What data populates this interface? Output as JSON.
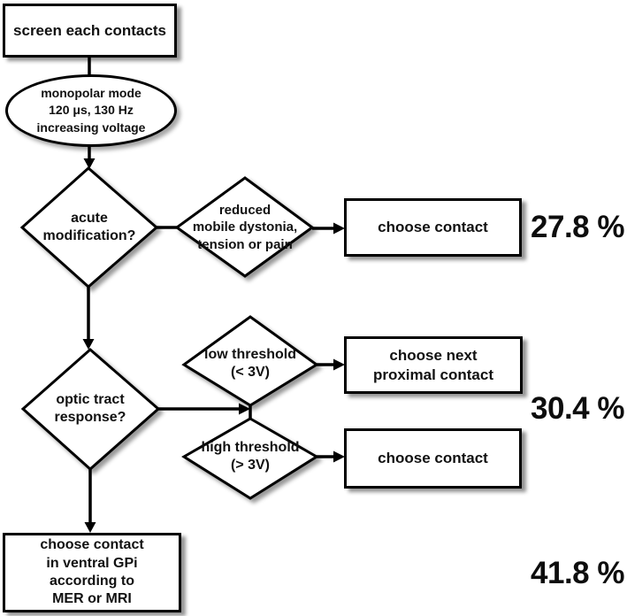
{
  "flowchart": {
    "nodes": {
      "screen": {
        "label": "screen each contacts",
        "shape": "rectangle"
      },
      "mode": {
        "label": "monopolar mode\n120 μs, 130 Hz\nincreasing voltage",
        "shape": "ellipse"
      },
      "acute": {
        "label": "acute\nmodification?",
        "shape": "diamond"
      },
      "reduced": {
        "label": "reduced\nmobile dystonia,\ntension or pain",
        "shape": "diamond"
      },
      "choose_contact_1": {
        "label": "choose contact",
        "shape": "rectangle"
      },
      "optic": {
        "label": "optic tract\nresponse?",
        "shape": "diamond"
      },
      "low_threshold": {
        "label": "low threshold\n(< 3V)",
        "shape": "diamond"
      },
      "choose_next": {
        "label": "choose next\nproximal contact",
        "shape": "rectangle"
      },
      "high_threshold": {
        "label": "high threshold\n(> 3V)",
        "shape": "diamond"
      },
      "choose_contact_2": {
        "label": "choose contact",
        "shape": "rectangle"
      },
      "ventral": {
        "label": "choose contact\nin ventral GPi\naccording to\nMER or MRI",
        "shape": "rectangle"
      }
    },
    "percentages": {
      "acute_row": "27.8 %",
      "optic_row": "30.4 %",
      "ventral_row": "41.8 %"
    },
    "colors": {
      "stroke": "#000000",
      "fill": "#ffffff",
      "text": "#111111",
      "shadow": "rgba(0,0,0,0.42)"
    }
  }
}
